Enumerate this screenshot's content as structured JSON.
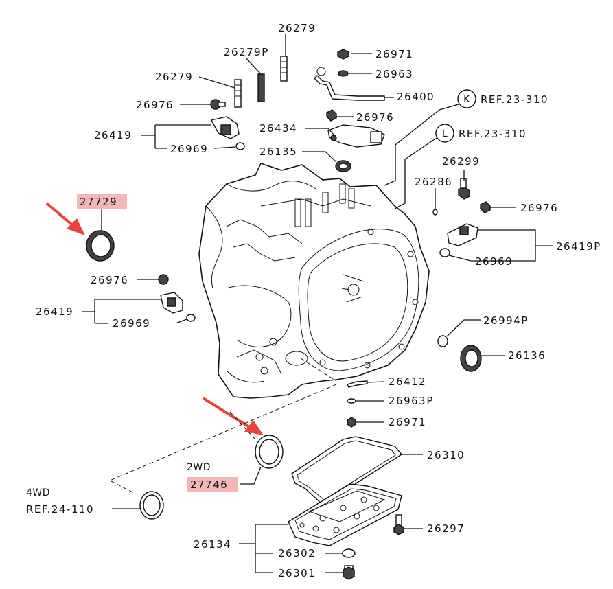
{
  "labels": {
    "p26279_top": "26279",
    "p26279p": "26279P",
    "p26279_left": "26279",
    "p26971_top": "26971",
    "p26963": "26963",
    "p26400": "26400",
    "p26976_a": "26976",
    "p26419_a": "26419",
    "p26969_a": "26969",
    "p26976_b": "26976",
    "p26434": "26434",
    "p26135": "26135",
    "p27729": "27729",
    "p26299": "26299",
    "p26286": "26286",
    "p26976_c": "26976",
    "p26419p": "26419P",
    "p26969_c": "26969",
    "p26976_d": "26976",
    "p26419_d": "26419",
    "p26969_d": "26969",
    "p26994p": "26994P",
    "p26136": "26136",
    "p26412": "26412",
    "p26963p": "26963P",
    "p26971_b": "26971",
    "p26310": "26310",
    "p2wd": "2WD",
    "p27746": "27746",
    "p4wd": "4WD",
    "ref24": "REF.24-110",
    "p26297": "26297",
    "p26134": "26134",
    "p26302": "26302",
    "p26301": "26301",
    "refK": "REF.23-310",
    "refL": "REF.23-310",
    "circleK": "K",
    "circleL": "L"
  },
  "colors": {
    "highlight": "#f4b7b7",
    "arrow": "#e8443a",
    "line": "#111111"
  }
}
